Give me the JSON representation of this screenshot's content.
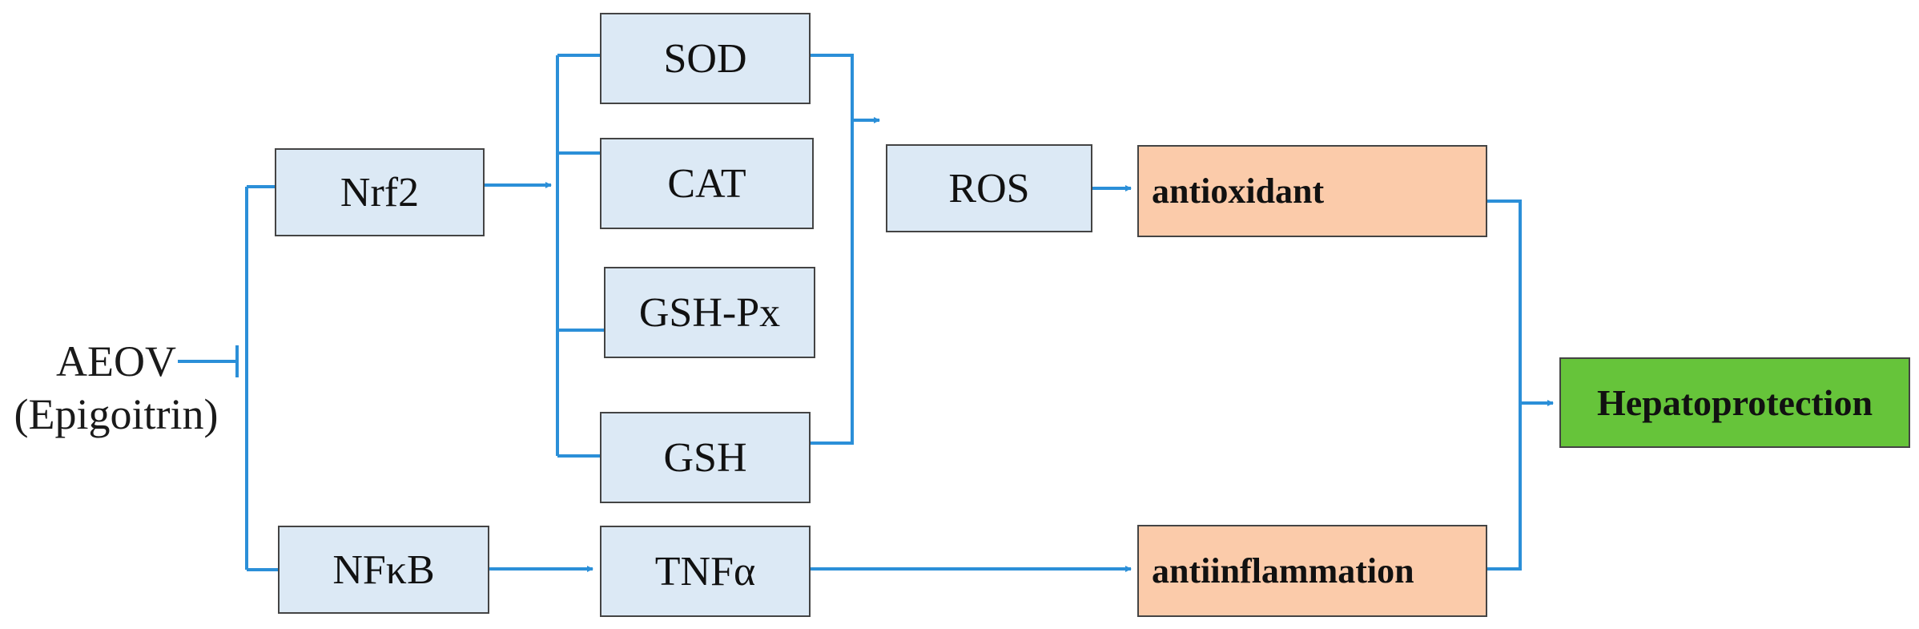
{
  "diagram": {
    "source": {
      "line1": "AEOV",
      "line2": "(Epigoitrin)"
    },
    "nodes": {
      "nrf2": "Nrf2",
      "nfkb": "NFκB",
      "sod": "SOD",
      "cat": "CAT",
      "gshpx": "GSH-Px",
      "gsh": "GSH",
      "tnfa": "TNFα",
      "ros": "ROS",
      "antioxidant": "antioxidant",
      "antiinflammation": "antiinflammation",
      "hepatoprotection": "Hepatoprotection"
    },
    "colors": {
      "arrow": "#2b8fd8",
      "blue_box": "#dce9f5",
      "orange_box": "#fbcbaa",
      "green_box": "#66c43a",
      "border": "#444444"
    }
  }
}
